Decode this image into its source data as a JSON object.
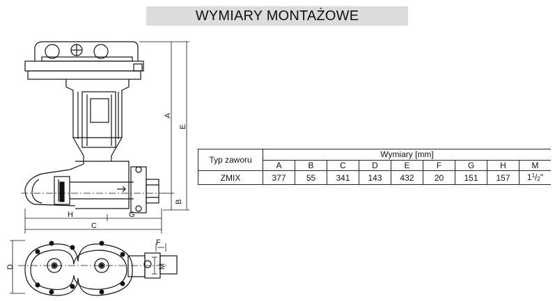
{
  "title": "WYMIARY MONTAŻOWE",
  "drawing_labels": {
    "A": "A",
    "B": "B",
    "C": "C",
    "D": "D",
    "E": "E",
    "F": "F",
    "G": "G",
    "H": "H",
    "M": "M"
  },
  "table": {
    "type_header": "Typ zaworu",
    "group_header": "Wymiary [mm]",
    "columns": [
      "A",
      "B",
      "C",
      "D",
      "E",
      "F",
      "G",
      "H",
      "M"
    ],
    "rows": [
      {
        "type": "ZMIX",
        "values": [
          "377",
          "55",
          "341",
          "143",
          "432",
          "20",
          "151",
          "157"
        ],
        "m_value": {
          "whole": "1",
          "num": "1",
          "slash": "/",
          "den": "2",
          "quote": "\""
        }
      }
    ]
  }
}
